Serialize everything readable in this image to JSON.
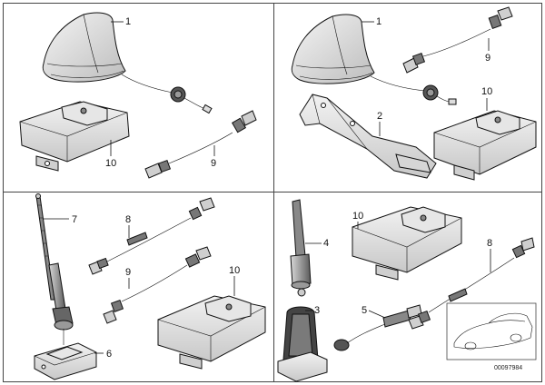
{
  "panels": [
    {
      "id": "top-left",
      "labels": [
        "1",
        "10",
        "9"
      ]
    },
    {
      "id": "top-right",
      "labels": [
        "1",
        "9",
        "10",
        "2"
      ]
    },
    {
      "id": "bottom-left",
      "labels": [
        "7",
        "8",
        "9",
        "10",
        "6"
      ]
    },
    {
      "id": "bottom-right",
      "labels": [
        "10",
        "4",
        "8",
        "3",
        "5"
      ]
    }
  ],
  "part_number": "00097984"
}
